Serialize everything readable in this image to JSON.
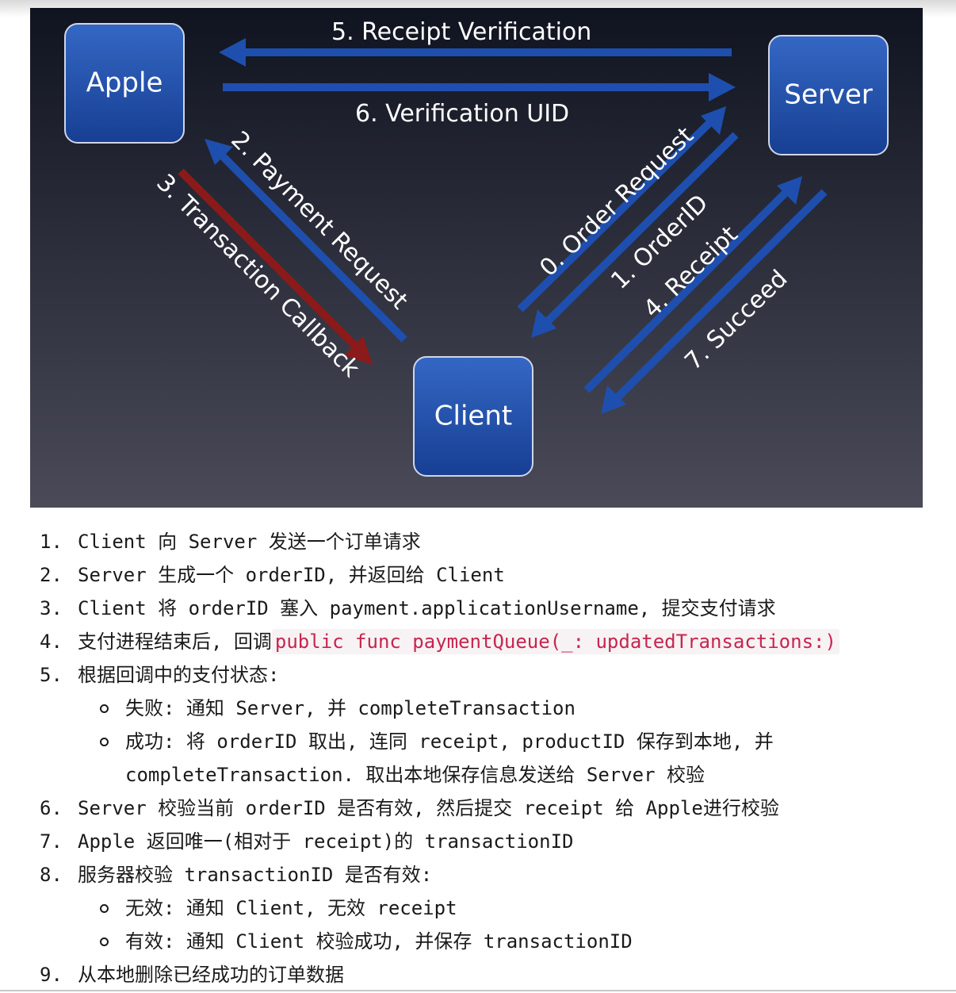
{
  "diagram": {
    "background_top": "#101420",
    "background_bottom": "#4a4a58",
    "box_color": "#1f4fa8",
    "arrow_blue": "#1e4fae",
    "arrow_red": "#8b1a1a",
    "nodes": {
      "apple": "Apple",
      "server": "Server",
      "client": "Client"
    },
    "edges": {
      "receipt_verification": "5. Receipt Verification",
      "verification_uid": "6. Verification UID",
      "payment_request": "2. Payment Request",
      "transaction_callback": "3. Transaction Callback",
      "order_request": "0. Order Request",
      "order_id": "1. OrderID",
      "receipt": "4. Receipt",
      "succeed": "7. Succeed"
    }
  },
  "steps": [
    {
      "num": "1.",
      "text": "Client 向 Server 发送一个订单请求"
    },
    {
      "num": "2.",
      "text": "Server 生成一个 orderID, 并返回给 Client"
    },
    {
      "num": "3.",
      "text": "Client 将 orderID 塞入 payment.applicationUsername, 提交支付请求"
    },
    {
      "num": "4.",
      "text": "支付进程结束后, 回调",
      "code": "public func paymentQueue(_: updatedTransactions:)"
    },
    {
      "num": "5.",
      "text": "根据回调中的支付状态:"
    },
    {
      "num": "6.",
      "text": "Server 校验当前 orderID 是否有效, 然后提交 receipt 给 Apple进行校验"
    },
    {
      "num": "7.",
      "text": "Apple 返回唯一(相对于 receipt)的 transactionID"
    },
    {
      "num": "8.",
      "text": "服务器校验 transactionID 是否有效:"
    },
    {
      "num": "9.",
      "text": "从本地删除已经成功的订单数据"
    }
  ],
  "substeps": {
    "step5": [
      "失败: 通知 Server, 并 completeTransaction",
      "成功: 将 orderID 取出, 连同 receipt, productID 保存到本地, 并",
      "completeTransaction. 取出本地保存信息发送给 Server 校验"
    ],
    "step8": [
      "无效: 通知 Client, 无效 receipt",
      "有效: 通知 Client 校验成功, 并保存 transactionID"
    ]
  }
}
